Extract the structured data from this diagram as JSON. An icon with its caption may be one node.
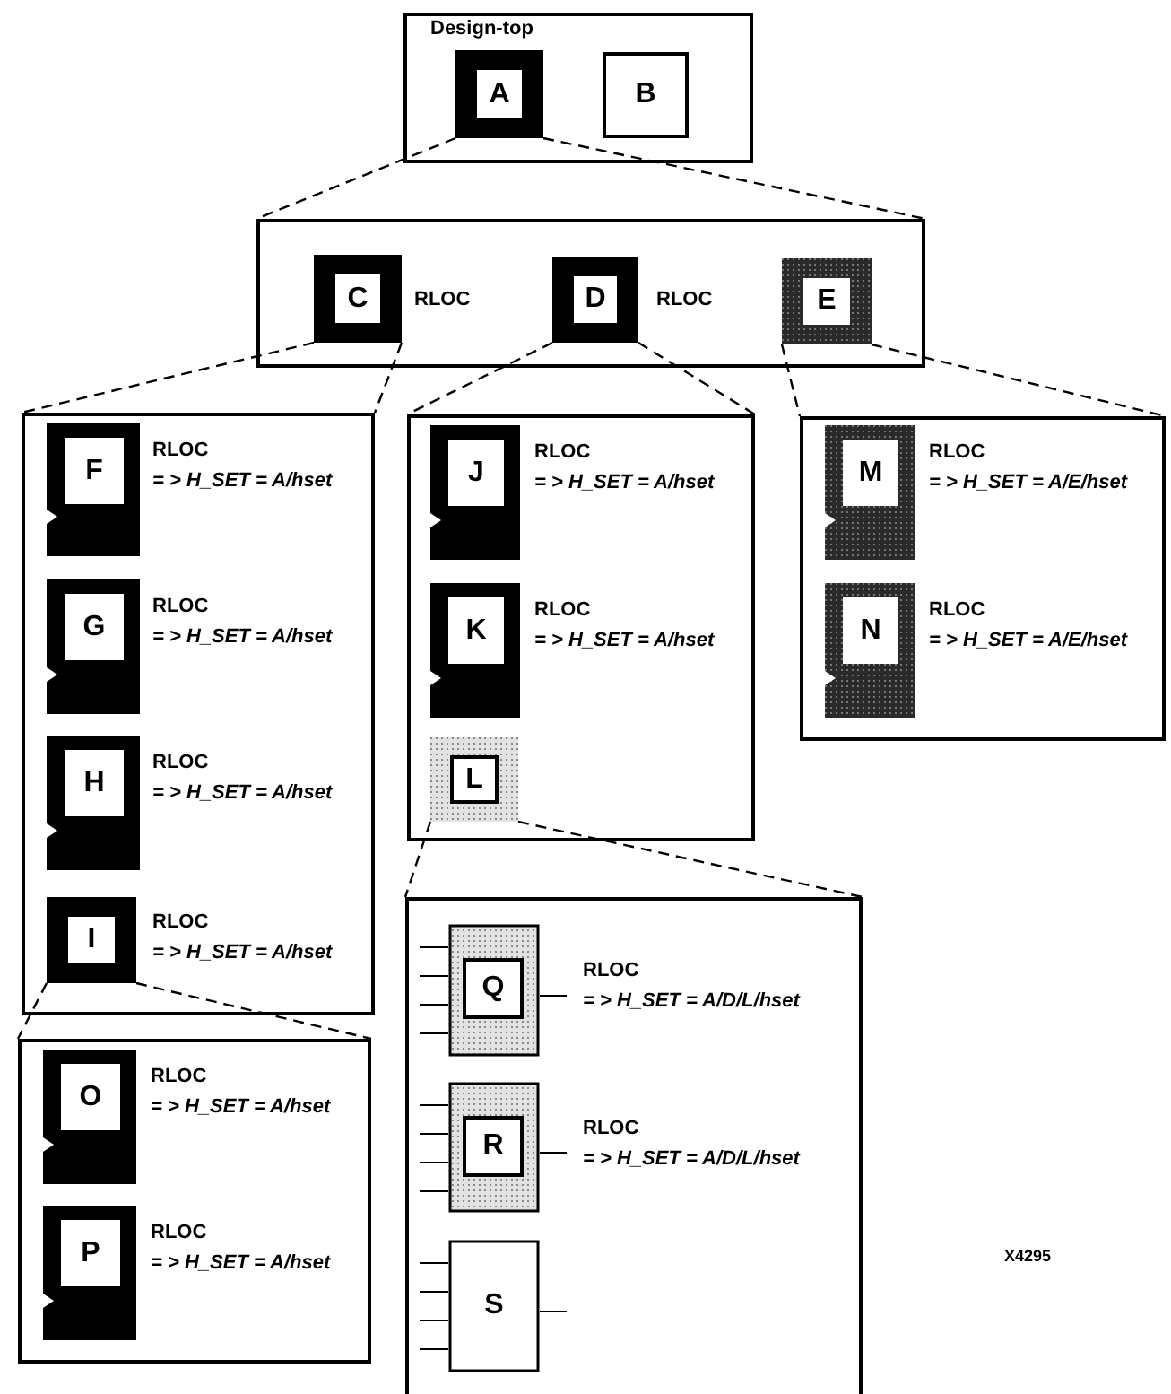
{
  "diagram": {
    "nodes": [
      {
        "text": [
          "Design-top"
        ]
      },
      {
        "text": [
          "A"
        ],
        "in": 0
      },
      {
        "text": [
          "B"
        ],
        "in": 0
      },
      {
        "text": [],
        "shape": "box"
      },
      {
        "text": [
          "C"
        ],
        "in": 3,
        "beside": [
          "RLOC"
        ]
      },
      {
        "text": [
          "D"
        ],
        "in": 3,
        "beside": [
          "RLOC"
        ]
      },
      {
        "text": [
          "E"
        ],
        "in": 3
      },
      {
        "text": [],
        "shape": "box"
      },
      {
        "text": [
          "F"
        ],
        "in": 7,
        "beside": [
          "RLOC",
          "= > H_SET = A/hset"
        ]
      },
      {
        "text": [
          "G"
        ],
        "in": 7,
        "beside": [
          "RLOC",
          "= > H_SET = A/hset"
        ]
      },
      {
        "text": [
          "H"
        ],
        "in": 7,
        "beside": [
          "RLOC",
          "= > H_SET = A/hset"
        ]
      },
      {
        "text": [
          "I"
        ],
        "in": 7,
        "beside": [
          "RLOC",
          "= > H_SET = A/hset"
        ]
      },
      {
        "text": [],
        "shape": "box"
      },
      {
        "text": [
          "J"
        ],
        "in": 12,
        "beside": [
          "RLOC",
          "= > H_SET = A/hset"
        ]
      },
      {
        "text": [
          "K"
        ],
        "in": 12,
        "beside": [
          "RLOC",
          "= > H_SET = A/hset"
        ]
      },
      {
        "text": [
          "L"
        ],
        "in": 12
      },
      {
        "text": [],
        "shape": "box"
      },
      {
        "text": [
          "M"
        ],
        "in": 16,
        "beside": [
          "RLOC",
          "= > H_SET = A/E/hset"
        ]
      },
      {
        "text": [
          "N"
        ],
        "in": 16,
        "beside": [
          "RLOC",
          "= > H_SET = A/E/hset"
        ]
      },
      {
        "text": [],
        "shape": "box"
      },
      {
        "text": [
          "O"
        ],
        "in": 19,
        "beside": [
          "RLOC",
          "= > H_SET = A/hset"
        ]
      },
      {
        "text": [
          "P"
        ],
        "in": 19,
        "beside": [
          "RLOC",
          "= > H_SET = A/hset"
        ]
      },
      {
        "text": [],
        "shape": "box"
      },
      {
        "text": [
          "Q"
        ],
        "in": 22,
        "beside": [
          "RLOC",
          "= > H_SET = A/D/L/hset"
        ]
      },
      {
        "text": [
          "R"
        ],
        "in": 22,
        "beside": [
          "RLOC",
          "= > H_SET = A/D/L/hset"
        ]
      },
      {
        "text": [
          "S"
        ],
        "in": 22
      }
    ],
    "edges": [
      {
        "from": 1,
        "to": 3,
        "arrow": "none",
        "style": "dashed"
      },
      {
        "from": 1,
        "to": 3,
        "arrow": "none",
        "style": "dashed"
      },
      {
        "from": 4,
        "to": 7,
        "arrow": "none",
        "style": "dashed"
      },
      {
        "from": 4,
        "to": 7,
        "arrow": "none",
        "style": "dashed"
      },
      {
        "from": 5,
        "to": 12,
        "arrow": "none",
        "style": "dashed"
      },
      {
        "from": 5,
        "to": 12,
        "arrow": "none",
        "style": "dashed"
      },
      {
        "from": 6,
        "to": 16,
        "arrow": "none",
        "style": "dashed"
      },
      {
        "from": 6,
        "to": 16,
        "arrow": "none",
        "style": "dashed"
      },
      {
        "from": 11,
        "to": 19,
        "arrow": "none",
        "style": "dashed"
      },
      {
        "from": 11,
        "to": 19,
        "arrow": "none",
        "style": "dashed"
      },
      {
        "from": 15,
        "to": 22,
        "arrow": "none",
        "style": "dashed"
      },
      {
        "from": 15,
        "to": 22,
        "arrow": "none",
        "style": "dashed"
      }
    ],
    "labels": [
      "X4295"
    ]
  }
}
